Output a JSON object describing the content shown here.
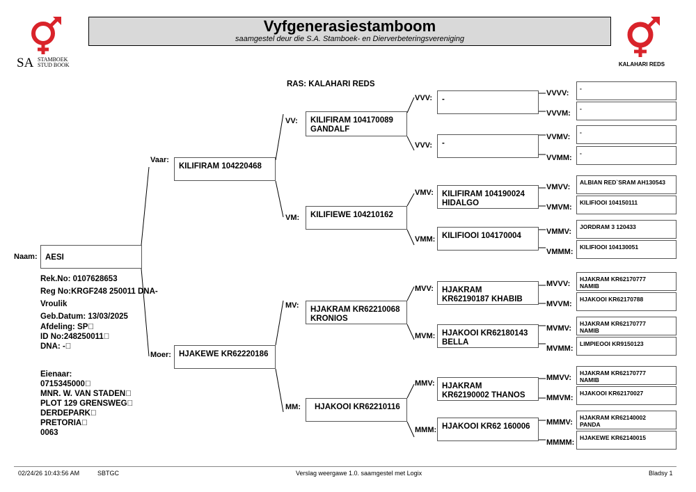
{
  "header": {
    "title": "Vyfgenerasiestamboom",
    "subtitle": "saamgestel deur die S.A. Stamboek- en Dierverbeteringsvereniging",
    "left_logo": {
      "sa": "SA",
      "line1": "STAMBOEK",
      "line2": "STUD BOOK",
      "color": "#d9232a"
    },
    "right_logo": {
      "caption": "KALAHARI REDS",
      "color": "#d9232a"
    }
  },
  "ras": "RAS: KALAHARI REDS",
  "animal": {
    "naam_label": "Naam:",
    "name": "AESI",
    "rek_no": "Rek.No: 0107628653",
    "reg_no": "Reg No:KRGF248 250011 DNA-",
    "sex": "Vroulik",
    "geb_datum": "Geb.Datum: 13/03/2025",
    "afdeling": "Afdeling: SP\u0000",
    "id_no": "ID No:248250011\u0000",
    "dna": "DNA: -\u0000"
  },
  "owner": {
    "label": "Eienaar:",
    "phone": "0715345000\u0000",
    "name": "MNR. W. VAN STADEN\u0000",
    "address1": "PLOT 129 GRENSWEG\u0000",
    "address2": "DERDEPARK\u0000",
    "city": "PRETORIA\u0000",
    "code": "0063"
  },
  "gen1": {
    "v": {
      "label": "Vaar:",
      "name": "KILIFIRAM 104220468"
    },
    "m": {
      "label": "Moer:",
      "name": "HJAKEWE KR62220186"
    }
  },
  "gen2": {
    "vv": {
      "label": "VV:",
      "line1": "KILIFIRAM 104170089",
      "line2": "GANDALF"
    },
    "vm": {
      "label": "VM:",
      "line1": "KILIFIEWE 104210162",
      "line2": ""
    },
    "mv": {
      "label": "MV:",
      "line1": "HJAKRAM KR62210068",
      "line2": "KRONIOS"
    },
    "mm": {
      "label": "MM:",
      "line1": "HJAKOOI KR62210116",
      "line2": ""
    }
  },
  "gen3": {
    "vvv": {
      "label": "VVV:",
      "line1": "-",
      "line2": ""
    },
    "vvm": {
      "label": "VVV:",
      "line1": "-",
      "line2": ""
    },
    "vmv": {
      "label": "VMV:",
      "line1": "KILIFIRAM 104190024",
      "line2": "HIDALGO"
    },
    "vmm": {
      "label": "VMM:",
      "line1": "KILIFIOOI 104170004",
      "line2": ""
    },
    "mvv": {
      "label": "MVV:",
      "line1": "HJAKRAM",
      "line2": "KR62190187 KHABIB"
    },
    "mvm": {
      "label": "MVM:",
      "line1": "HJAKOOI KR62180143",
      "line2": "BELLA"
    },
    "mmv": {
      "label": "MMV:",
      "line1": "HJAKRAM",
      "line2": "KR62190002 THANOS"
    },
    "mmm": {
      "label": "MMM:",
      "line1": "HJAKOOI KR62 160006",
      "line2": ""
    }
  },
  "gen4": {
    "vvvv": {
      "label": "VVVV:",
      "line1": "-",
      "line2": ""
    },
    "vvvm": {
      "label": "VVVM:",
      "line1": "-",
      "line2": ""
    },
    "vvmv": {
      "label": "VVMV:",
      "line1": "-",
      "line2": ""
    },
    "vvmm": {
      "label": "VVMM:",
      "line1": "-",
      "line2": ""
    },
    "vmvv": {
      "label": "VMVV:",
      "line1": "ALBIAN RED`SRAM AH130543",
      "line2": ""
    },
    "vmvm": {
      "label": "VMVM:",
      "line1": "KILIFIOOI 104150111",
      "line2": ""
    },
    "vmmv": {
      "label": "VMMV:",
      "line1": "JORDRAM 3 120433",
      "line2": ""
    },
    "vmmm": {
      "label": "VMMM:",
      "line1": "KILIFIOOI 104130051",
      "line2": ""
    },
    "mvvv": {
      "label": "MVVV:",
      "line1": "HJAKRAM KR62170777",
      "line2": "NAMIB"
    },
    "mvvm": {
      "label": "MVVM:",
      "line1": "HJAKOOI KR62170788",
      "line2": ""
    },
    "mvmv": {
      "label": "MVMV:",
      "line1": "HJAKRAM KR62170777",
      "line2": "NAMIB"
    },
    "mvmm": {
      "label": "MVMM:",
      "line1": "LIMPIEOOI KR9150123",
      "line2": ""
    },
    "mmvv": {
      "label": "MMVV:",
      "line1": "HJAKRAM KR62170777",
      "line2": "NAMIB"
    },
    "mmvm": {
      "label": "MMVM:",
      "line1": "HJAKOOI KR62170027",
      "line2": ""
    },
    "mmmv": {
      "label": "MMMV:",
      "line1": "HJAKRAM KR62140002",
      "line2": "PANDA"
    },
    "mmmm": {
      "label": "MMMM:",
      "line1": "HJAKEWE KR62140015",
      "line2": ""
    }
  },
  "footer": {
    "datetime": "02/24/26 10:43:56 AM",
    "code": "SBTGC",
    "report": "Verslag weergawe 1.0. saamgestel met Logix",
    "page": "Bladsy 1"
  }
}
